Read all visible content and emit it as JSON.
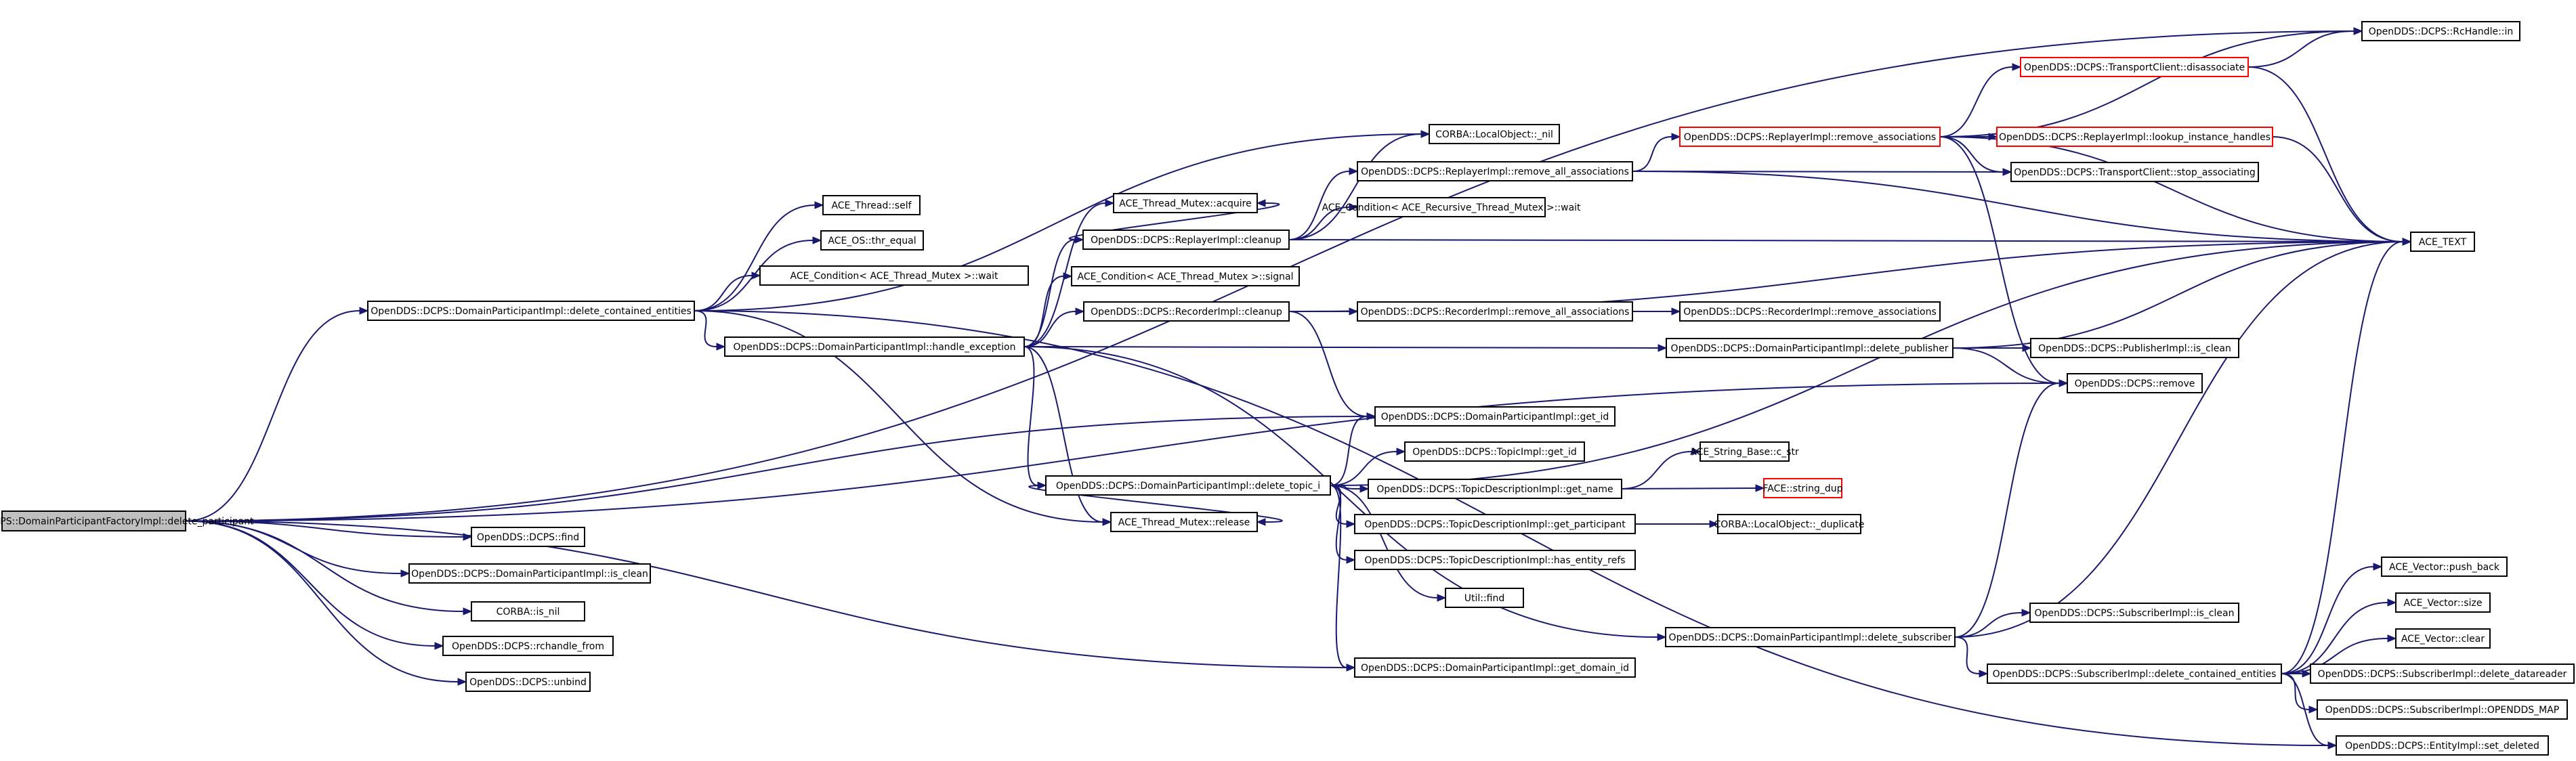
{
  "graph": {
    "colors": {
      "edge": "#191970",
      "node_border": "#000000",
      "node_fill": "#ffffff",
      "root_fill": "#bfbfbf",
      "truncated_border": "#ff0000"
    },
    "nodes": [
      {
        "id": "root",
        "label": "OpenDDS::DCPS::DomainParticipantFactoryImpl::delete_participant",
        "style": "root"
      },
      {
        "id": "rchandle_in",
        "label": "OpenDDS::DCPS::RcHandle::in"
      },
      {
        "id": "tc_disassociate",
        "label": "OpenDDS::DCPS::TransportClient::disassociate",
        "style": "truncated"
      },
      {
        "id": "ace_text",
        "label": "ACE_TEXT"
      },
      {
        "id": "corba_nil",
        "label": "CORBA::LocalObject::_nil"
      },
      {
        "id": "rep_remove_assoc",
        "label": "OpenDDS::DCPS::ReplayerImpl::remove_associations",
        "style": "truncated"
      },
      {
        "id": "rep_lookup",
        "label": "OpenDDS::DCPS::ReplayerImpl::lookup_instance_handles",
        "style": "truncated"
      },
      {
        "id": "rep_remove_all",
        "label": "OpenDDS::DCPS::ReplayerImpl::remove_all_associations"
      },
      {
        "id": "tc_stop",
        "label": "OpenDDS::DCPS::TransportClient::stop_associating"
      },
      {
        "id": "thread_self",
        "label": "ACE_Thread::self"
      },
      {
        "id": "mutex_acquire",
        "label": "ACE_Thread_Mutex::acquire"
      },
      {
        "id": "cond_recursive_wait",
        "label": "ACE_Condition< ACE_Recursive_Thread_Mutex >::wait"
      },
      {
        "id": "os_thr_equal",
        "label": "ACE_OS::thr_equal"
      },
      {
        "id": "rep_cleanup",
        "label": "OpenDDS::DCPS::ReplayerImpl::cleanup"
      },
      {
        "id": "cond_wait",
        "label": "ACE_Condition< ACE_Thread_Mutex >::wait"
      },
      {
        "id": "cond_signal",
        "label": "ACE_Condition< ACE_Thread_Mutex >::signal"
      },
      {
        "id": "dp_delete_contained",
        "label": "OpenDDS::DCPS::DomainParticipantImpl::delete_contained_entities"
      },
      {
        "id": "rec_cleanup",
        "label": "OpenDDS::DCPS::RecorderImpl::cleanup"
      },
      {
        "id": "rec_remove_all",
        "label": "OpenDDS::DCPS::RecorderImpl::remove_all_associations"
      },
      {
        "id": "rec_remove_assoc",
        "label": "OpenDDS::DCPS::RecorderImpl::remove_associations"
      },
      {
        "id": "dp_handle_exception",
        "label": "OpenDDS::DCPS::DomainParticipantImpl::handle_exception"
      },
      {
        "id": "dp_delete_publisher",
        "label": "OpenDDS::DCPS::DomainParticipantImpl::delete_publisher"
      },
      {
        "id": "pub_is_clean",
        "label": "OpenDDS::DCPS::PublisherImpl::is_clean"
      },
      {
        "id": "dcps_remove",
        "label": "OpenDDS::DCPS::remove"
      },
      {
        "id": "dp_get_id",
        "label": "OpenDDS::DCPS::DomainParticipantImpl::get_id"
      },
      {
        "id": "topic_get_id",
        "label": "OpenDDS::DCPS::TopicImpl::get_id"
      },
      {
        "id": "string_c_str",
        "label": "ACE_String_Base::c_str"
      },
      {
        "id": "dp_delete_topic_i",
        "label": "OpenDDS::DCPS::DomainParticipantImpl::delete_topic_i"
      },
      {
        "id": "td_get_name",
        "label": "OpenDDS::DCPS::TopicDescriptionImpl::get_name"
      },
      {
        "id": "face_string_dup",
        "label": "FACE::string_dup",
        "style": "truncated"
      },
      {
        "id": "mutex_release",
        "label": "ACE_Thread_Mutex::release"
      },
      {
        "id": "td_get_participant",
        "label": "OpenDDS::DCPS::TopicDescriptionImpl::get_participant"
      },
      {
        "id": "corba_duplicate",
        "label": "CORBA::LocalObject::_duplicate"
      },
      {
        "id": "dcps_find",
        "label": "OpenDDS::DCPS::find"
      },
      {
        "id": "td_has_refs",
        "label": "OpenDDS::DCPS::TopicDescriptionImpl::has_entity_refs"
      },
      {
        "id": "dp_is_clean",
        "label": "OpenDDS::DCPS::DomainParticipantImpl::is_clean"
      },
      {
        "id": "vec_push_back",
        "label": "ACE_Vector::push_back"
      },
      {
        "id": "util_find",
        "label": "Util::find"
      },
      {
        "id": "corba_is_nil",
        "label": "CORBA::is_nil"
      },
      {
        "id": "vec_size",
        "label": "ACE_Vector::size"
      },
      {
        "id": "sub_is_clean",
        "label": "OpenDDS::DCPS::SubscriberImpl::is_clean"
      },
      {
        "id": "dcps_rchandle_from",
        "label": "OpenDDS::DCPS::rchandle_from"
      },
      {
        "id": "dp_delete_subscriber",
        "label": "OpenDDS::DCPS::DomainParticipantImpl::delete_subscriber"
      },
      {
        "id": "vec_clear",
        "label": "ACE_Vector::clear"
      },
      {
        "id": "dp_get_domain_id",
        "label": "OpenDDS::DCPS::DomainParticipantImpl::get_domain_id"
      },
      {
        "id": "sub_delete_contained",
        "label": "OpenDDS::DCPS::SubscriberImpl::delete_contained_entities"
      },
      {
        "id": "sub_delete_datareader",
        "label": "OpenDDS::DCPS::SubscriberImpl::delete_datareader"
      },
      {
        "id": "dcps_unbind",
        "label": "OpenDDS::DCPS::unbind"
      },
      {
        "id": "sub_openddds_map",
        "label": "OpenDDS::DCPS::SubscriberImpl::OPENDDS_MAP"
      },
      {
        "id": "entity_set_deleted",
        "label": "OpenDDS::DCPS::EntityImpl::set_deleted"
      }
    ],
    "edges": [
      [
        "root",
        "rchandle_in"
      ],
      [
        "root",
        "dp_delete_contained"
      ],
      [
        "root",
        "dcps_remove"
      ],
      [
        "root",
        "dp_get_id"
      ],
      [
        "root",
        "dcps_find"
      ],
      [
        "root",
        "dp_is_clean"
      ],
      [
        "root",
        "corba_is_nil"
      ],
      [
        "root",
        "dcps_rchandle_from"
      ],
      [
        "root",
        "dcps_unbind"
      ],
      [
        "root",
        "dp_get_domain_id"
      ],
      [
        "dp_delete_contained",
        "corba_nil"
      ],
      [
        "dp_delete_contained",
        "thread_self"
      ],
      [
        "dp_delete_contained",
        "os_thr_equal"
      ],
      [
        "dp_delete_contained",
        "cond_wait"
      ],
      [
        "dp_delete_contained",
        "dp_handle_exception"
      ],
      [
        "dp_delete_contained",
        "mutex_release"
      ],
      [
        "dp_delete_contained",
        "entity_set_deleted"
      ],
      [
        "dp_handle_exception",
        "mutex_acquire"
      ],
      [
        "dp_handle_exception",
        "rep_cleanup"
      ],
      [
        "dp_handle_exception",
        "cond_signal"
      ],
      [
        "dp_handle_exception",
        "rec_cleanup"
      ],
      [
        "dp_handle_exception",
        "dp_delete_publisher"
      ],
      [
        "dp_handle_exception",
        "dp_delete_topic_i"
      ],
      [
        "dp_handle_exception",
        "mutex_release"
      ],
      [
        "dp_handle_exception",
        "dp_delete_subscriber"
      ],
      [
        "rep_cleanup",
        "mutex_acquire"
      ],
      [
        "rep_cleanup",
        "corba_nil"
      ],
      [
        "rep_cleanup",
        "rep_remove_all"
      ],
      [
        "rep_cleanup",
        "cond_recursive_wait"
      ],
      [
        "rep_cleanup",
        "ace_text"
      ],
      [
        "rep_remove_all",
        "rep_remove_assoc"
      ],
      [
        "rep_remove_all",
        "tc_stop"
      ],
      [
        "rep_remove_all",
        "ace_text"
      ],
      [
        "rep_remove_assoc",
        "tc_disassociate"
      ],
      [
        "rep_remove_assoc",
        "rchandle_in"
      ],
      [
        "rep_remove_assoc",
        "rep_lookup"
      ],
      [
        "rep_remove_assoc",
        "tc_stop"
      ],
      [
        "rep_remove_assoc",
        "ace_text"
      ],
      [
        "rep_remove_assoc",
        "dcps_remove"
      ],
      [
        "tc_disassociate",
        "rchandle_in"
      ],
      [
        "tc_disassociate",
        "ace_text"
      ],
      [
        "rep_lookup",
        "ace_text"
      ],
      [
        "rec_cleanup",
        "rec_remove_all"
      ],
      [
        "rec_cleanup",
        "ace_text"
      ],
      [
        "rec_cleanup",
        "dp_get_id"
      ],
      [
        "rec_remove_all",
        "rec_remove_assoc"
      ],
      [
        "dp_delete_publisher",
        "pub_is_clean"
      ],
      [
        "dp_delete_publisher",
        "dcps_remove"
      ],
      [
        "dp_delete_publisher",
        "ace_text"
      ],
      [
        "dp_delete_topic_i",
        "dp_get_id"
      ],
      [
        "dp_delete_topic_i",
        "topic_get_id"
      ],
      [
        "dp_delete_topic_i",
        "td_get_name"
      ],
      [
        "dp_delete_topic_i",
        "mutex_release"
      ],
      [
        "dp_delete_topic_i",
        "td_get_participant"
      ],
      [
        "dp_delete_topic_i",
        "td_has_refs"
      ],
      [
        "dp_delete_topic_i",
        "util_find"
      ],
      [
        "dp_delete_topic_i",
        "dp_get_domain_id"
      ],
      [
        "dp_delete_topic_i",
        "ace_text"
      ],
      [
        "td_get_name",
        "string_c_str"
      ],
      [
        "td_get_name",
        "face_string_dup"
      ],
      [
        "td_get_participant",
        "corba_duplicate"
      ],
      [
        "dp_delete_subscriber",
        "dcps_remove"
      ],
      [
        "dp_delete_subscriber",
        "sub_is_clean"
      ],
      [
        "dp_delete_subscriber",
        "sub_delete_contained"
      ],
      [
        "dp_delete_subscriber",
        "ace_text"
      ],
      [
        "sub_delete_contained",
        "vec_push_back"
      ],
      [
        "sub_delete_contained",
        "vec_size"
      ],
      [
        "sub_delete_contained",
        "vec_clear"
      ],
      [
        "sub_delete_contained",
        "sub_delete_datareader"
      ],
      [
        "sub_delete_contained",
        "sub_openddds_map"
      ],
      [
        "sub_delete_contained",
        "entity_set_deleted"
      ],
      [
        "sub_delete_contained",
        "ace_text"
      ]
    ]
  }
}
